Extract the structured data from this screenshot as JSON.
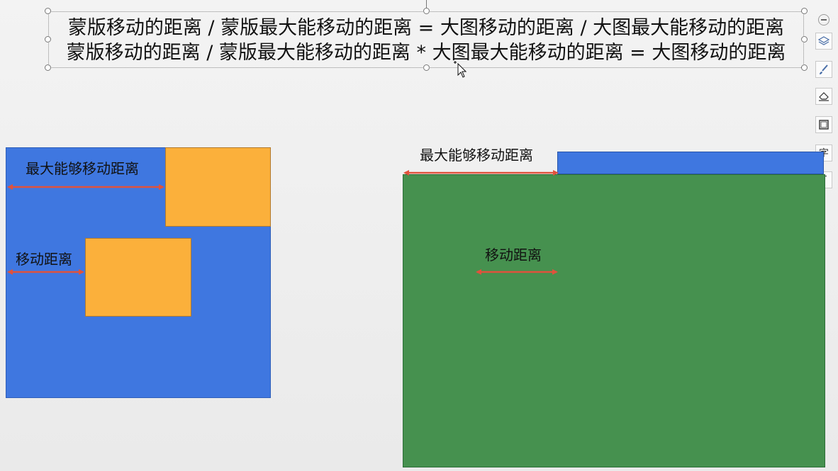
{
  "slide": {
    "formula_line1": "蒙版移动的距离 / 蒙版最大能移动的距离 = 大图移动的距离 / 大图最大能移动的距离",
    "formula_line2": "蒙版移动的距离 / 蒙版最大能移动的距离 * 大图最大能移动的距离 = 大图移动的距离"
  },
  "left_diagram": {
    "max_move_label": "最大能够移动距离",
    "move_label": "移动距离"
  },
  "right_diagram": {
    "max_move_label": "最大能够移动距离",
    "move_label": "移动距离"
  },
  "toolbar": {
    "icons": [
      "collapse-icon",
      "layers-icon",
      "brush-icon",
      "eraser-icon",
      "frame-icon",
      "text-style-icon",
      "text-box-icon"
    ],
    "text_style_glyph": "字",
    "text_box_glyph": "T"
  },
  "colors": {
    "blue": "#3f77e0",
    "orange": "#fbb03b",
    "green": "#46914f",
    "arrow_red": "#e0523c"
  }
}
